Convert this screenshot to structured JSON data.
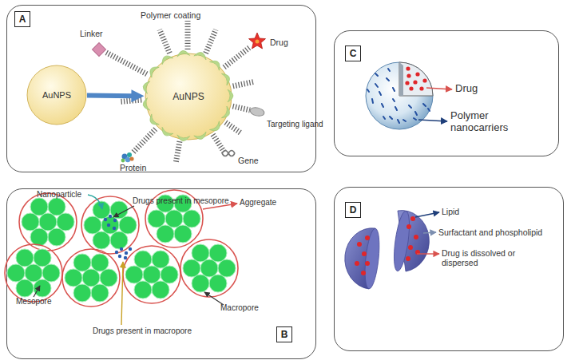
{
  "diagram": {
    "nodes": [
      {
        "text": [
          "A"
        ]
      },
      {
        "text": [
          "AuNPS"
        ],
        "in": 0
      },
      {
        "text": [
          "AuNPS"
        ],
        "in": 0
      },
      {
        "text": [
          "C"
        ]
      },
      {
        "text": [
          "B"
        ]
      },
      {
        "text": [
          "D"
        ]
      }
    ],
    "edges": [
      {
        "from": 1,
        "to": 2,
        "arrow": "to"
      }
    ],
    "labels": [
      "Linker",
      "Polymer coating",
      "Drug",
      "Targeting ligand",
      "Protein",
      "Gene",
      "Drug",
      "Polymer nanocarriers",
      "Nanoparticle",
      "Drugs present in mesopore",
      "Aggregate",
      "Mesopore",
      "Macropore",
      "Drugs present in macropore",
      "Lipid",
      "Surfactant and phospholipid",
      "Drug is dissolved or dispersed"
    ]
  }
}
